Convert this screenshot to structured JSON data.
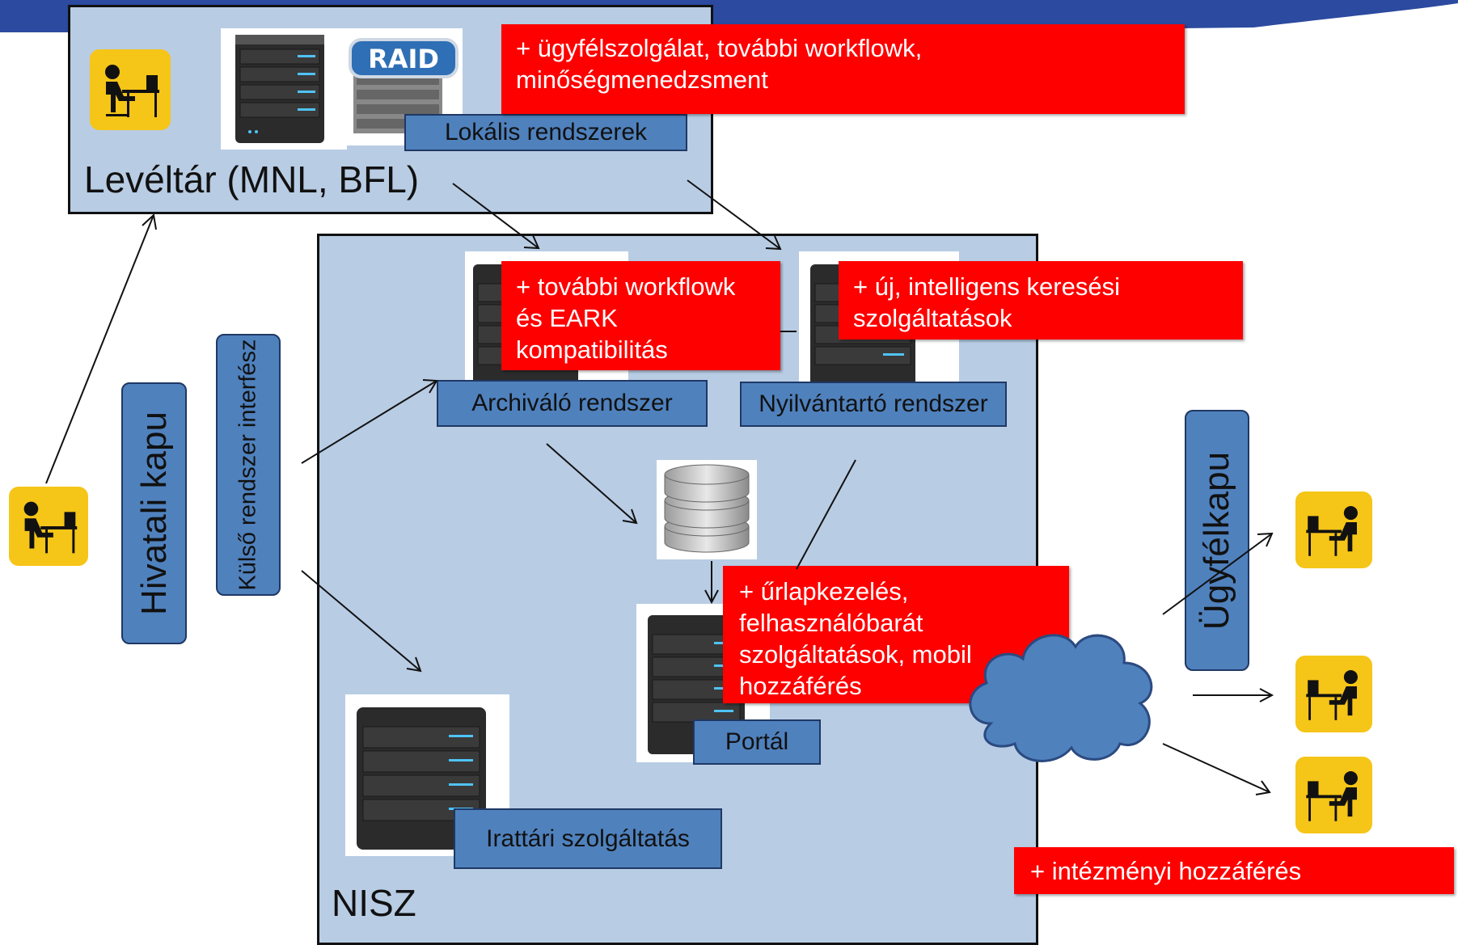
{
  "colors": {
    "accent_blue": "#2b4aa0",
    "frame_fill": "#b8cce4",
    "label_fill": "#4f81bd",
    "callout_red": "#ff0000",
    "user_icon_yellow": "#f5c518"
  },
  "archive": {
    "title": "Levéltár (MNL, BFL)",
    "local_systems_label": "Lokális rendszerek",
    "raid_text": "RAID",
    "callout": [
      "+ ügyfélszolgálat, további workflowk,",
      "minőségmenedzsment"
    ]
  },
  "nisz": {
    "title": "NISZ",
    "archiving_label": "Archiváló rendszer",
    "registry_label": "Nyilvántartó rendszer",
    "portal_label": "Portál",
    "records_label": "Irattári szolgáltatás",
    "callout_archiving": [
      "+ további workflowk",
      "és EARK",
      "kompatibilitás"
    ],
    "callout_registry": [
      "+ új, intelligens keresési",
      "szolgáltatások"
    ],
    "callout_portal": [
      "+ űrlapkezelés,",
      "felhasználóbarát",
      "szolgáltatások, mobil",
      "hozzáférés"
    ]
  },
  "gateways": {
    "office_gate": "Hivatali kapu",
    "external_interface": "Külső rendszer interfész",
    "client_gate": "Ügyfélkapu"
  },
  "bottom_callout": "+ intézményi hozzáférés",
  "icons": [
    "user-at-desk-icon",
    "server-icon",
    "raid-storage-icon",
    "database-icon",
    "cloud-icon",
    "arrow-icon"
  ]
}
